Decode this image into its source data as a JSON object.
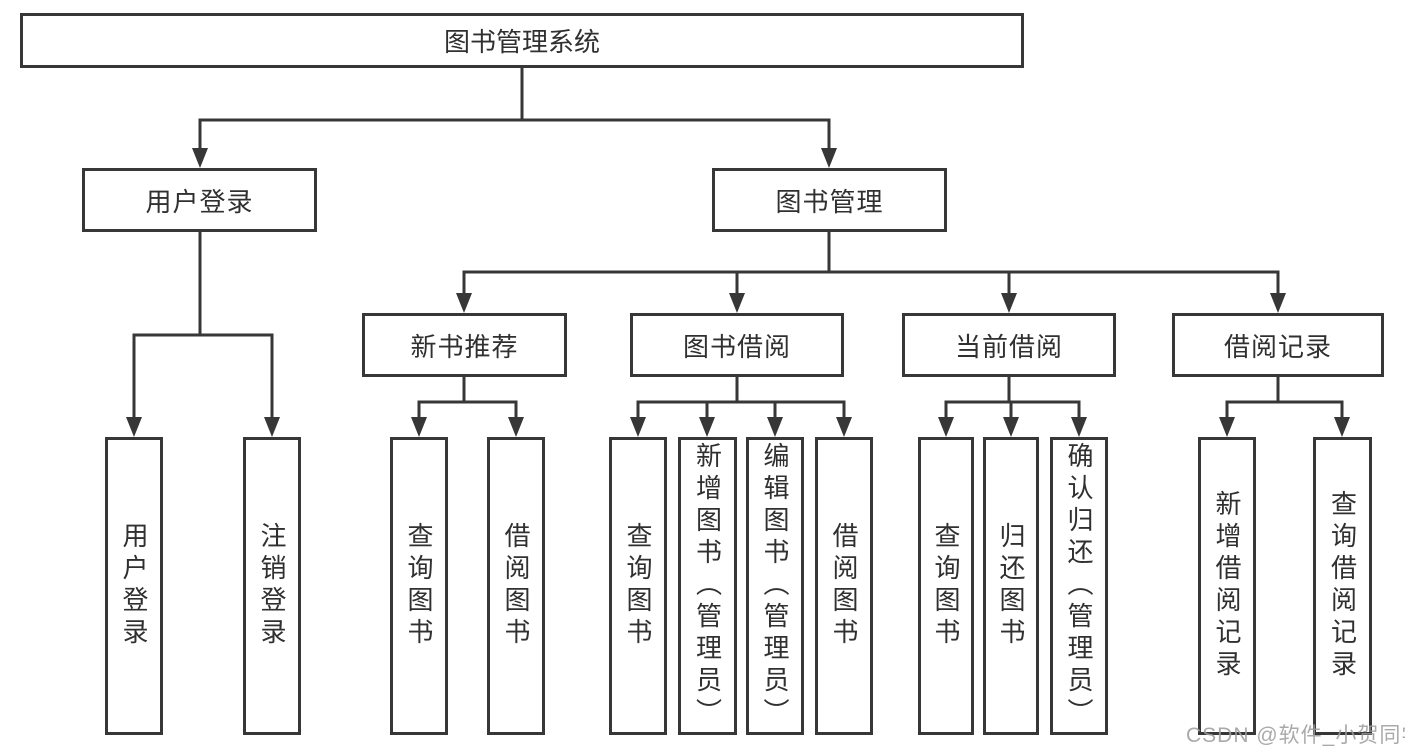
{
  "diagram_title": "图书管理系统",
  "tree": {
    "label": "图书管理系统",
    "children": [
      {
        "label": "用户登录",
        "children": [
          {
            "label": "用户登录"
          },
          {
            "label": "注销登录"
          }
        ]
      },
      {
        "label": "图书管理",
        "children": [
          {
            "label": "新书推荐",
            "children": [
              {
                "label": "查询图书"
              },
              {
                "label": "借阅图书"
              }
            ]
          },
          {
            "label": "图书借阅",
            "children": [
              {
                "label": "查询图书"
              },
              {
                "label": "新增图书（管理员）"
              },
              {
                "label": "编辑图书（管理员）"
              },
              {
                "label": "借阅图书"
              }
            ]
          },
          {
            "label": "当前借阅",
            "children": [
              {
                "label": "查询图书"
              },
              {
                "label": "归还图书"
              },
              {
                "label": "确认归还（管理员）"
              }
            ]
          },
          {
            "label": "借阅记录",
            "children": [
              {
                "label": "新增借阅记录"
              },
              {
                "label": "查询借阅记录"
              }
            ]
          }
        ]
      }
    ]
  },
  "watermark": "CSDN @软件_小贺同学",
  "colors": {
    "line": "#373737",
    "box_border": "#373737",
    "box_background": "#ffffff",
    "text": "#303030",
    "watermark": "#9e9e9e",
    "background": "#ffffff"
  }
}
